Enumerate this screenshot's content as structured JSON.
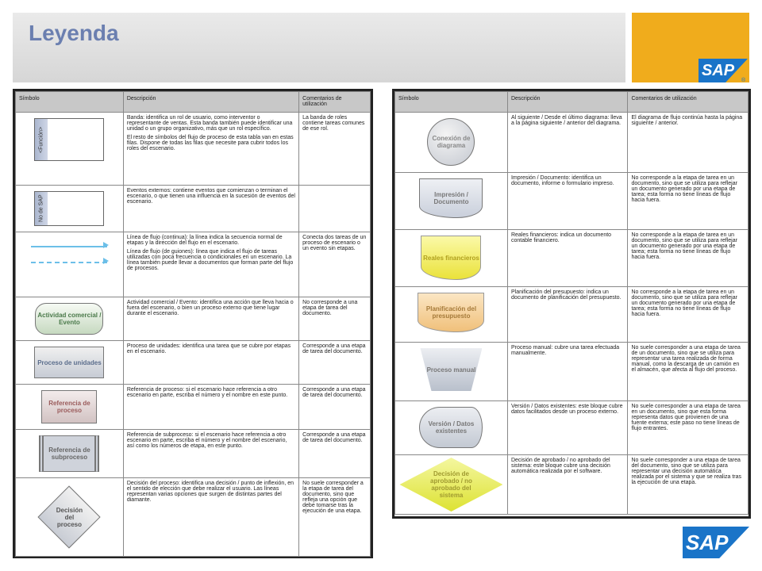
{
  "title": "Leyenda",
  "brand": "SAP",
  "left_table": {
    "headers": [
      "Símbolo",
      "Descripción",
      "Comentarios de utilización"
    ],
    "rows": [
      {
        "symbol": "<Función>",
        "desc": "Banda: identifica un rol de usuario, como interventor o representante de ventas. Esta banda también puede identificar una unidad o un grupo organizativo, más que un rol específico.",
        "desc2": "El resto de símbolos del flujo de proceso de esta tabla van en estas filas. Dispone de todas las filas que necesite para cubrir todos los roles del escenario.",
        "comment": "La banda de roles contiene tareas comunes de ese rol."
      },
      {
        "symbol": "No de SAP",
        "desc": "Eventos externos: contiene eventos que comienzan o terminan el escenario, o que tienen una influencia en la sucesión de eventos del escenario.",
        "comment": ""
      },
      {
        "symbol": "",
        "desc": "Línea de flujo (continua): la línea indica la secuencia normal de etapas y la dirección del flujo en el escenario.",
        "desc2": "Línea de flujo (de guiones): línea que indica el flujo de tareas utilizadas con poca frecuencia o condicionales en un escenario. La línea también puede llevar a documentos que forman parte del flujo de procesos.",
        "comment": "Conecta dos tareas de un proceso de escenario o un evento sin etapas."
      },
      {
        "symbol": "Actividad comercial / Evento",
        "desc": "Actividad comercial / Evento: identifica una acción que lleva hacia o fuera del escenario, o bien un proceso externo que tiene lugar durante el escenario.",
        "comment": "No corresponde a una etapa de tarea del documento."
      },
      {
        "symbol": "Proceso de unidades",
        "desc": "Proceso de unidades: identifica una tarea que se cubre por etapas en el escenario.",
        "comment": "Corresponde a una etapa de tarea del documento."
      },
      {
        "symbol": "Referencia de proceso",
        "desc": "Referencia de proceso: si el escenario hace referencia a otro escenario en parte, escriba el número y el nombre en este punto.",
        "comment": "Corresponde a una etapa de tarea del documento."
      },
      {
        "symbol": "Referencia de subproceso",
        "desc": "Referencia de subproceso: si el escenario hace referencia a otro escenario en parte, escriba el número y el nombre del escenario, así como los números de etapa, en este punto.",
        "comment": "Corresponde a una etapa de tarea del documento."
      },
      {
        "symbol": "Decisión del proceso",
        "desc": "Decisión del proceso: identifica una decisión / punto de inflexión, en el sentido de elección que debe realizar el usuario. Las líneas representan varias opciones que surgen de distintas partes del diamante.",
        "comment": "No suele corresponder a la etapa de tarea del documento, sino que refleja una opción que debe tomarse tras la ejecución de una etapa."
      }
    ]
  },
  "right_table": {
    "headers": [
      "Símbolo",
      "Descripción",
      "Comentarios de utilización"
    ],
    "rows": [
      {
        "symbol": "Conexión de diagrama",
        "desc": "Al siguiente / Desde el último diagrama: lleva a la página siguiente / anterior del diagrama.",
        "comment": "El diagrama de flujo continúa hasta la página siguiente / anterior."
      },
      {
        "symbol": "Impresión / Documento",
        "desc": "Impresión / Documento: identifica un documento, informe o formulario impreso.",
        "comment": "No corresponde a la etapa de tarea en un documento, sino que se utiliza para reflejar un documento generado por una etapa de tarea; esta forma no tiene líneas de flujo hacia fuera."
      },
      {
        "symbol": "Reales financieros",
        "desc": "Reales financieros: indica un documento contable financiero.",
        "comment": "No corresponde a la etapa de tarea en un documento, sino que se utiliza para reflejar un documento generado por una etapa de tarea; esta forma no tiene líneas de flujo hacia fuera."
      },
      {
        "symbol": "Planificación del presupuesto",
        "desc": "Planificación del presupuesto: indica un documento de planificación del presupuesto.",
        "comment": "No corresponde a la etapa de tarea en un documento, sino que se utiliza para reflejar un documento generado por una etapa de tarea; esta forma no tiene líneas de flujo hacia fuera."
      },
      {
        "symbol": "Proceso manual",
        "desc": "Proceso manual: cubre una tarea efectuada manualmente.",
        "comment": "No suele corresponder a una etapa de tarea de un documento, sino que se utiliza para representar una tarea realizada de forma manual, como la descarga de un camión en el almacén, que afecta al flujo del proceso."
      },
      {
        "symbol": "Versión / Datos existentes",
        "desc": "Versión / Datos existentes: este bloque cubre datos facilitados desde un proceso externo.",
        "comment": "No suele corresponder a una etapa de tarea en un documento, sino que esta forma representa datos que provienen de una fuente externa; este paso no tiene líneas de flujo entrantes."
      },
      {
        "symbol": "Decisión de aprobado / no aprobado del sistema",
        "desc": "Decisión de aprobado / no aprobado del sistema: este bloque cubre una decisión automática realizada por el software.",
        "comment": "No suele corresponder a una etapa de tarea del documento, sino que se utiliza para representar una decisión automática realizada por el sistema y que se realiza tras la ejecución de una etapa."
      }
    ]
  }
}
